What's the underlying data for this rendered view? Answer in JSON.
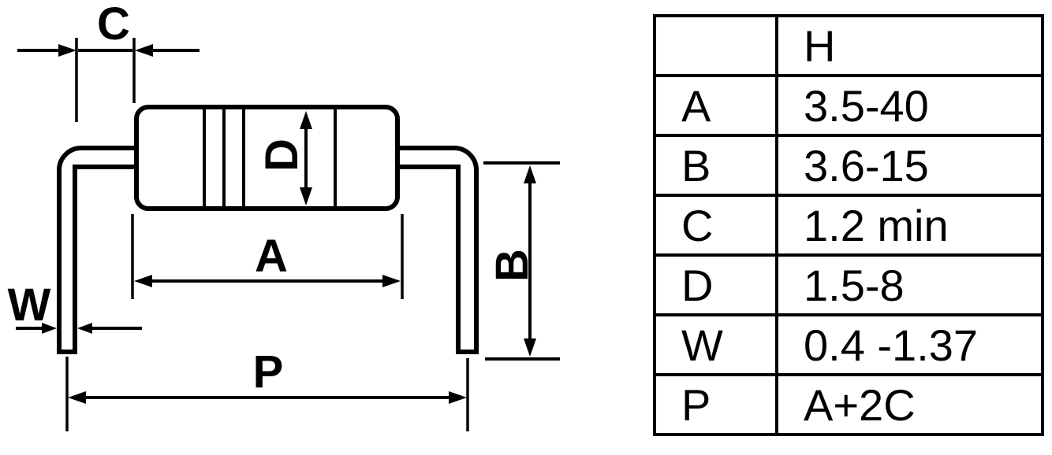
{
  "diagram": {
    "labels": {
      "c": "C",
      "d": "D",
      "a": "A",
      "b": "B",
      "w": "W",
      "p": "P"
    },
    "colors": {
      "line": "#000000",
      "background": "#ffffff"
    }
  },
  "table": {
    "header": {
      "param": "",
      "value": "H"
    },
    "rows": [
      {
        "param": "A",
        "value": "3.5-40"
      },
      {
        "param": "B",
        "value": "3.6-15"
      },
      {
        "param": "C",
        "value": "1.2 min"
      },
      {
        "param": "D",
        "value": "1.5-8"
      },
      {
        "param": "W",
        "value": "0.4 -1.37"
      },
      {
        "param": "P",
        "value": "A+2C"
      }
    ]
  }
}
